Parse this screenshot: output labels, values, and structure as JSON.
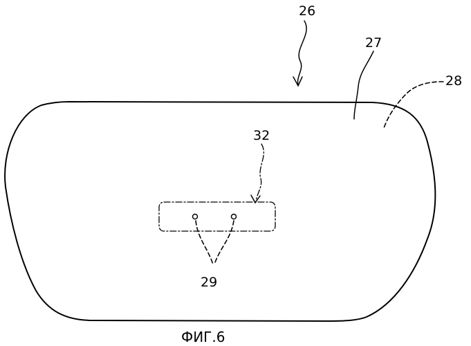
{
  "figure": {
    "caption": "ФИГ.6",
    "labels": {
      "assembly": "26",
      "outer_surface": "27",
      "inner_surface": "28",
      "contact_points": "29",
      "sensor_area": "32"
    }
  }
}
